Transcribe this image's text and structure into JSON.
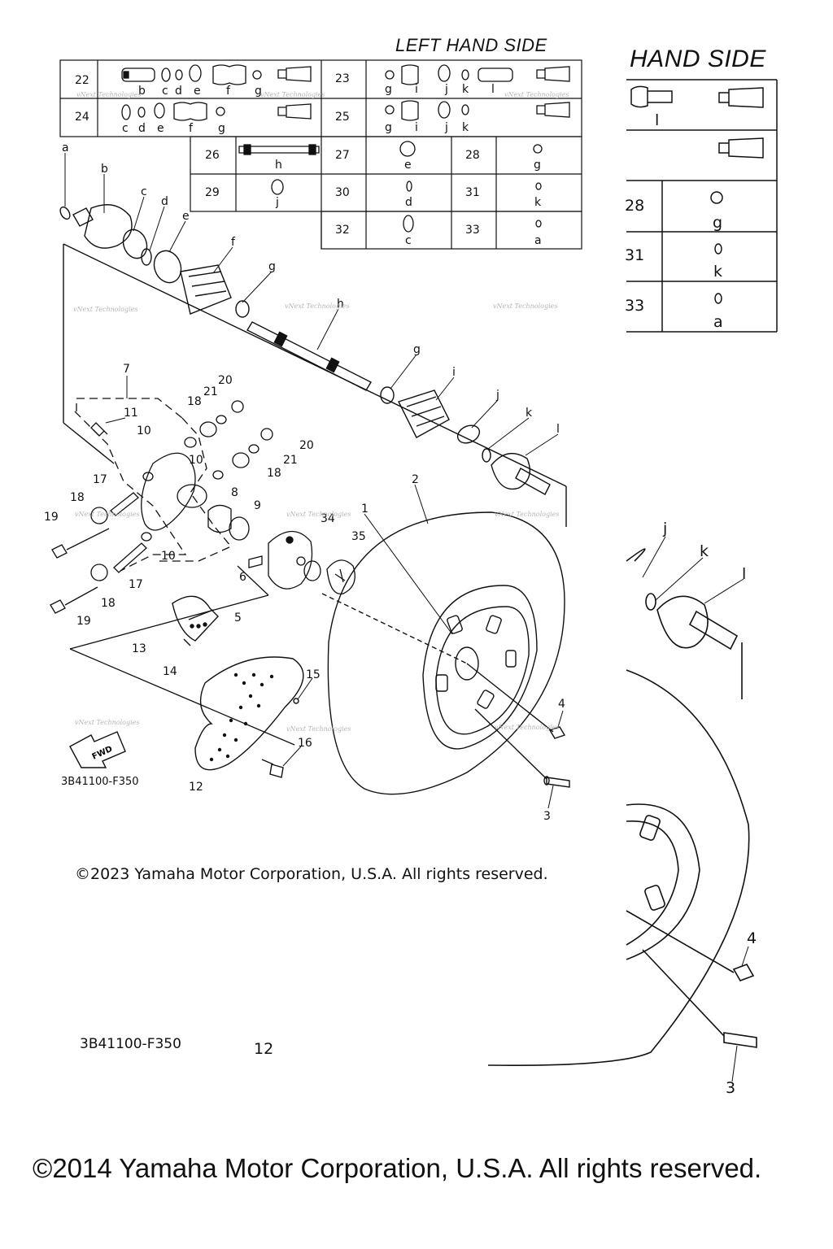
{
  "diagram": {
    "section_title": "LEFT HAND SIDE",
    "section_title_large": "HAND SIDE",
    "figure_code": "3B41100-F350",
    "figure_code_lower": "3B41100-F350",
    "fwd_label": "FWD",
    "copyright_2023": "©2023 Yamaha Motor Corporation, U.S.A. All rights reserved.",
    "copyright_2014": "©2014 Yamaha Motor Corporation, U.S.A. All rights reserved.",
    "watermark": "vNext Technologies"
  },
  "kit_table": {
    "rows": [
      {
        "num": "22",
        "letters": [
          "b",
          "c",
          "d",
          "e",
          "f",
          "g"
        ]
      },
      {
        "num": "23",
        "letters": [
          "g",
          "i",
          "j",
          "k",
          "l"
        ]
      },
      {
        "num": "24",
        "letters": [
          "c",
          "d",
          "e",
          "f",
          "g"
        ]
      },
      {
        "num": "25",
        "letters": [
          "g",
          "i",
          "j",
          "k"
        ]
      },
      {
        "num": "26",
        "letters": [
          "h"
        ]
      },
      {
        "num": "27",
        "letters": [
          "e"
        ]
      },
      {
        "num": "28",
        "letters": [
          "g"
        ]
      },
      {
        "num": "29",
        "letters": [
          "j"
        ]
      },
      {
        "num": "30",
        "letters": [
          "d"
        ]
      },
      {
        "num": "31",
        "letters": [
          "k"
        ]
      },
      {
        "num": "32",
        "letters": [
          "c"
        ]
      },
      {
        "num": "33",
        "letters": [
          "a"
        ]
      }
    ]
  },
  "zoom_table": {
    "l": "l",
    "rows": [
      {
        "num": "28",
        "letter": "g"
      },
      {
        "num": "31",
        "letter": "k"
      },
      {
        "num": "33",
        "letter": "a"
      }
    ]
  },
  "callouts": {
    "a": "a",
    "b": "b",
    "c": "c",
    "d": "d",
    "e": "e",
    "f": "f",
    "g": "g",
    "h": "h",
    "i": "i",
    "j": "j",
    "k": "k",
    "l": "l",
    "n1": "1",
    "n2": "2",
    "n3": "3",
    "n4": "4",
    "n5": "5",
    "n6": "6",
    "n7": "7",
    "n8": "8",
    "n9": "9",
    "n10": "10",
    "n11": "11",
    "n12": "12",
    "n13": "13",
    "n14": "14",
    "n15": "15",
    "n16": "16",
    "n17": "17",
    "n18": "18",
    "n19": "19",
    "n20": "20",
    "n21": "21",
    "n34": "34",
    "n35": "35"
  }
}
